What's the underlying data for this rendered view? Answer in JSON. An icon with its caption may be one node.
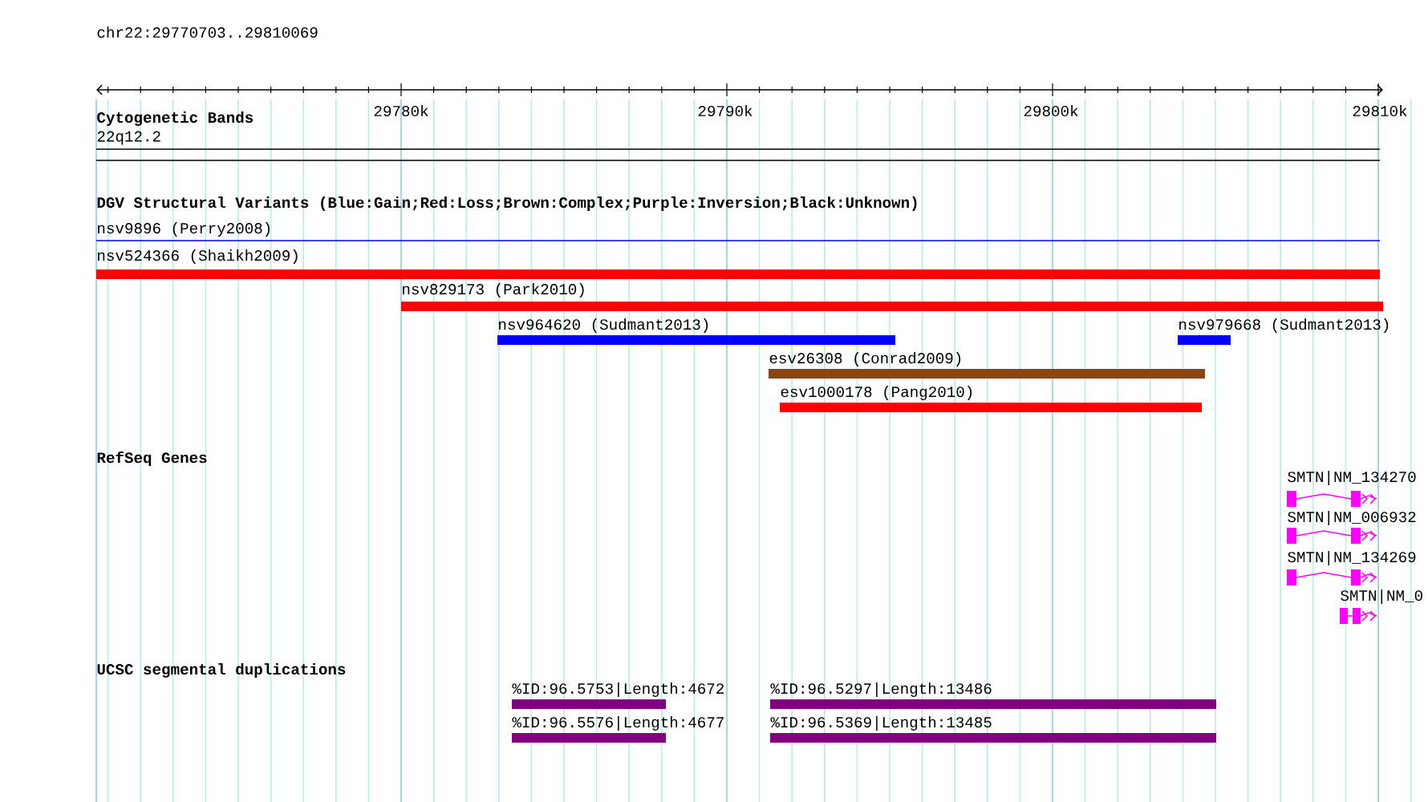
{
  "diagram": {
    "nodes": [
      {
        "text": [
          "nsv9896 (Perry2008)"
        ]
      },
      {
        "text": [
          "nsv524366 (Shaikh2009)"
        ]
      },
      {
        "text": [
          "nsv829173 (Park2010)"
        ]
      },
      {
        "text": [
          "nsv964620 (Sudmant2013)"
        ]
      },
      {
        "text": [
          "nsv979668 (Sudmant2013)"
        ]
      },
      {
        "text": [
          "esv26308 (Conrad2009)"
        ]
      },
      {
        "text": [
          "esv1000178 (Pang2010)"
        ]
      },
      {
        "text": [
          "SMTN|NM_134270"
        ]
      },
      {
        "text": [
          "SMTN|NM_006932"
        ]
      },
      {
        "text": [
          "SMTN|NM_134269"
        ]
      },
      {
        "text": [
          "SMTN|NM_0"
        ]
      },
      {
        "text": [
          "%ID:96.5753|Length:4672"
        ]
      },
      {
        "text": [
          "%ID:96.5297|Length:13486"
        ]
      },
      {
        "text": [
          "%ID:96.5576|Length:4677"
        ]
      },
      {
        "text": [
          "%ID:96.5369|Length:13485"
        ]
      }
    ],
    "labels": [
      "chr22:29770703..29810069",
      "29780k",
      "29790k",
      "29800k",
      "29810k",
      "Cytogenetic Bands",
      "22q12.2",
      "DGV Structural Variants (Blue:Gain;Red:Loss;Brown:Complex;Purple:Inversion;Black:Unknown)",
      "RefSeq Genes",
      "UCSC segmental duplications"
    ]
  }
}
